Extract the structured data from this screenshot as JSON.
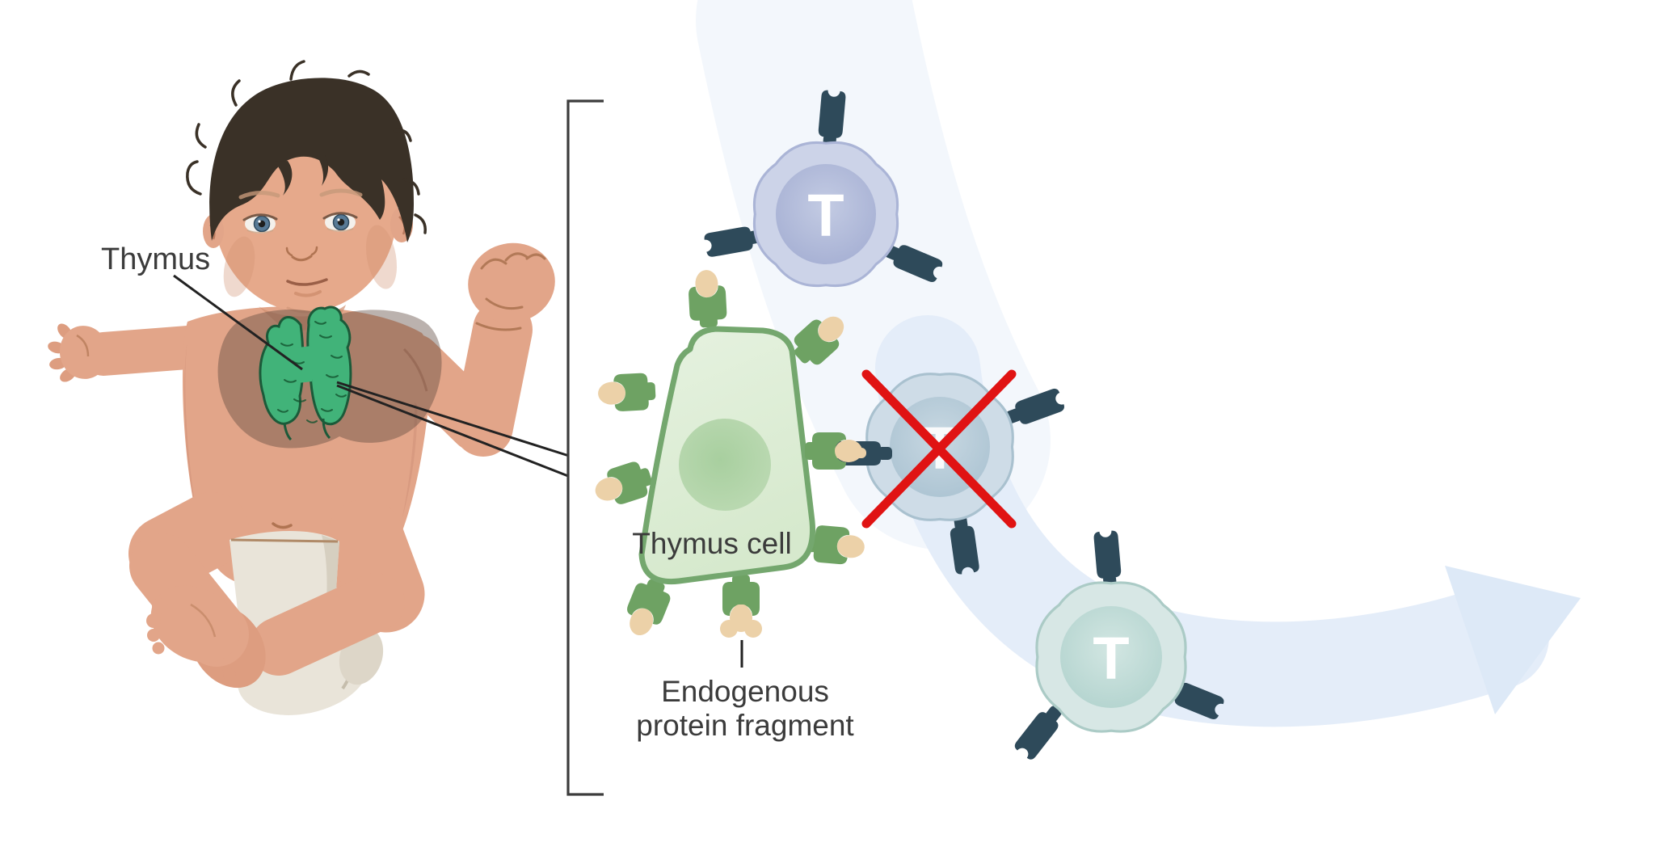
{
  "diagram": {
    "labels": {
      "thymus": "Thymus",
      "thymus_cell": "Thymus cell",
      "endogenous_line1": "Endogenous",
      "endogenous_line2": "protein fragment"
    },
    "cells": {
      "letter": "T"
    },
    "colors": {
      "thymus_organ_green": "#41b379",
      "thymus_cell_fill": "#dcedd6",
      "thymus_cell_border": "#74a76e",
      "clamp_green": "#6ea263",
      "fragment_beige": "#ecd1a8",
      "naive_t_cell": "#ccd3e8",
      "rejected_t_cell": "#cedce7",
      "selected_t_cell": "#d7e7e5",
      "receptor_dark": "#2e4a5a",
      "rejection_cross_red": "#e01313",
      "flow_arrow_blue": "#e4edf9",
      "skin": "#e2a589",
      "hair": "#3a3127"
    },
    "icons": {
      "rejection_cross_icon": "red X over cell",
      "flow_arrow_icon": "curved light-blue arrow",
      "t_cell_receptor_icon": "dark forked receptor",
      "self_antigen_clamp_icon": "green clamp holding beige fragment",
      "magnifier_bracket_icon": "square bracket"
    }
  }
}
